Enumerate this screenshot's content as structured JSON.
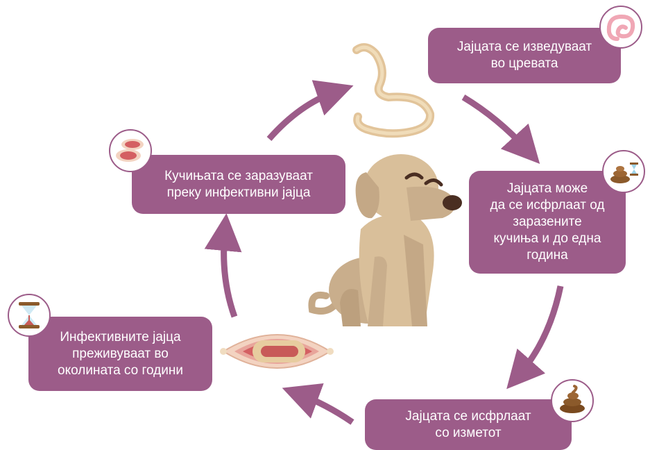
{
  "diagram": {
    "type": "lifecycle",
    "colors": {
      "box": "#9c5c89",
      "arrow": "#9c5c89",
      "text": "#ffffff"
    },
    "steps": [
      {
        "label": "Јајцата се изведуваат\nво цревата",
        "icon": "intestine-icon"
      },
      {
        "label": "Јајцата може\nда се исфрлаат од\nзаразените\nкучиња и до една\nгодина",
        "icon": "feces-hourglass-icon"
      },
      {
        "label": "Јајцата се исфрлаат\nсо изметот",
        "icon": "feces-icon"
      },
      {
        "label": "Инфективните јајца\nпреживуваат во\nоколината со години",
        "icon": "hourglass-icon"
      },
      {
        "label": "Кучињата се заразуваат\nпреку инфективни јајца",
        "icon": "meat-icon"
      }
    ]
  }
}
